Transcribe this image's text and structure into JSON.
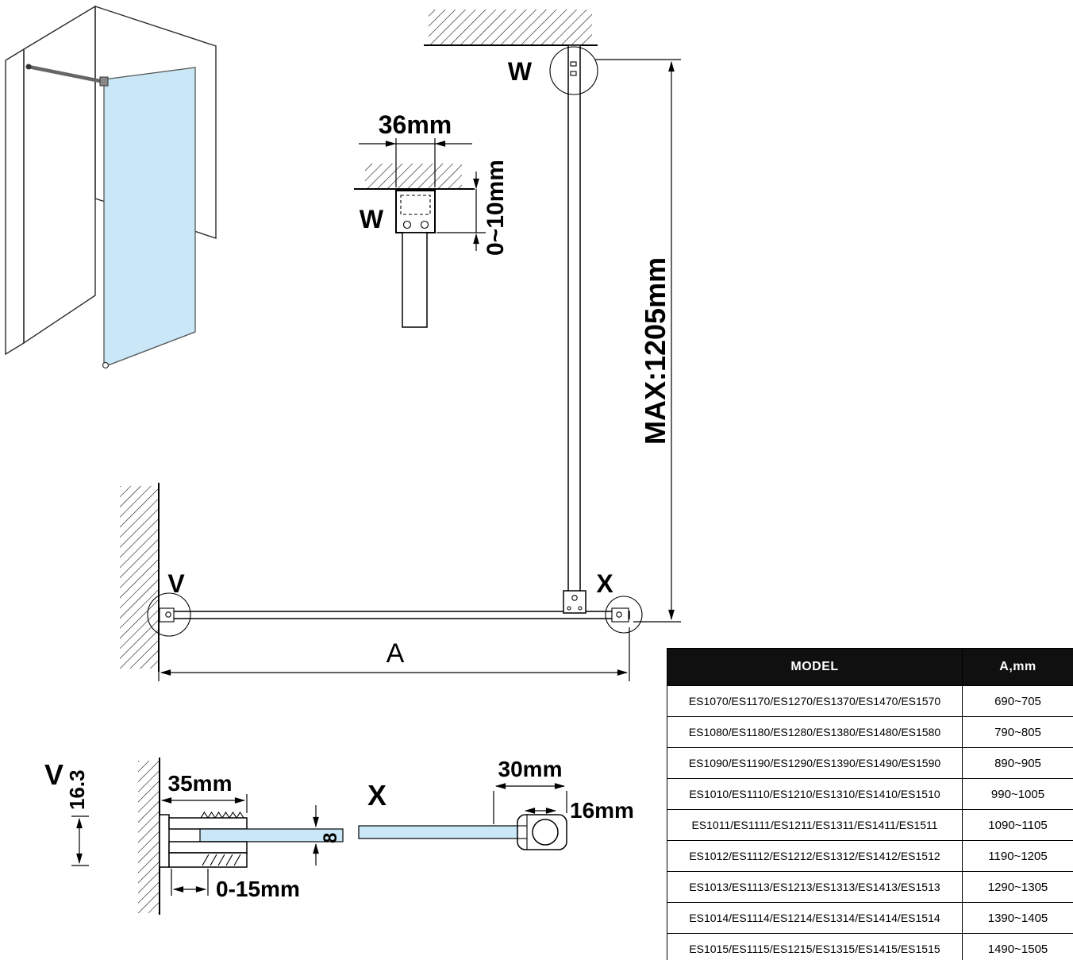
{
  "colors": {
    "glass": "#c9e7f6",
    "line": "#000000",
    "table_header_bg": "#101010",
    "table_header_text": "#ffffff"
  },
  "labels": {
    "detail_w_main": "W",
    "detail_w_zoom": "W",
    "detail_v_main": "V",
    "detail_v_zoom": "V",
    "detail_x_main": "X",
    "detail_x_zoom": "X"
  },
  "dimensions": {
    "bracket_width": "36mm",
    "ceiling_gap": "0~10mm",
    "bar_max_length": "MAX:1205mm",
    "panel_width": "A",
    "profile_width": "35mm",
    "profile_height": "16.3",
    "glass_thickness": "8",
    "wall_adjust": "0-15mm",
    "clamp_length": "30mm",
    "clamp_width": "16mm"
  },
  "table": {
    "headers": [
      "MODEL",
      "A,mm"
    ],
    "rows": [
      {
        "model": "ES1070/ES1170/ES1270/ES1370/ES1470/ES1570",
        "a": "690~705"
      },
      {
        "model": "ES1080/ES1180/ES1280/ES1380/ES1480/ES1580",
        "a": "790~805"
      },
      {
        "model": "ES1090/ES1190/ES1290/ES1390/ES1490/ES1590",
        "a": "890~905"
      },
      {
        "model": "ES1010/ES1110/ES1210/ES1310/ES1410/ES1510",
        "a": "990~1005"
      },
      {
        "model": "ES1011/ES1111/ES1211/ES1311/ES1411/ES1511",
        "a": "1090~1105"
      },
      {
        "model": "ES1012/ES1112/ES1212/ES1312/ES1412/ES1512",
        "a": "1190~1205"
      },
      {
        "model": "ES1013/ES1113/ES1213/ES1313/ES1413/ES1513",
        "a": "1290~1305"
      },
      {
        "model": "ES1014/ES1114/ES1214/ES1314/ES1414/ES1514",
        "a": "1390~1405"
      },
      {
        "model": "ES1015/ES1115/ES1215/ES1315/ES1415/ES1515",
        "a": "1490~1505"
      }
    ]
  }
}
